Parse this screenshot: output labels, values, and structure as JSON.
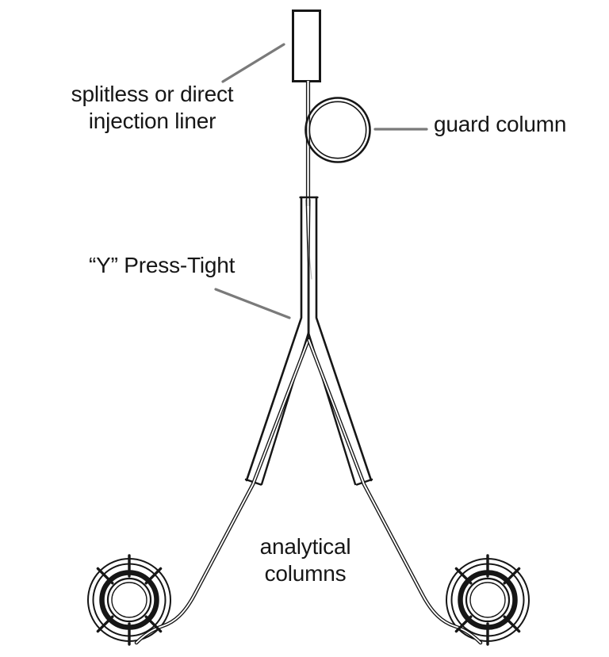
{
  "diagram": {
    "labels": {
      "injection_liner_line1": "splitless or direct",
      "injection_liner_line2": "injection liner",
      "guard_column": "guard column",
      "y_press_tight": "“Y” Press-Tight",
      "analytical_columns_line1": "analytical",
      "analytical_columns_line2": "columns"
    },
    "colors": {
      "ink": "#161616",
      "pointer_line": "#7a7a7a",
      "background": "#ffffff"
    }
  }
}
